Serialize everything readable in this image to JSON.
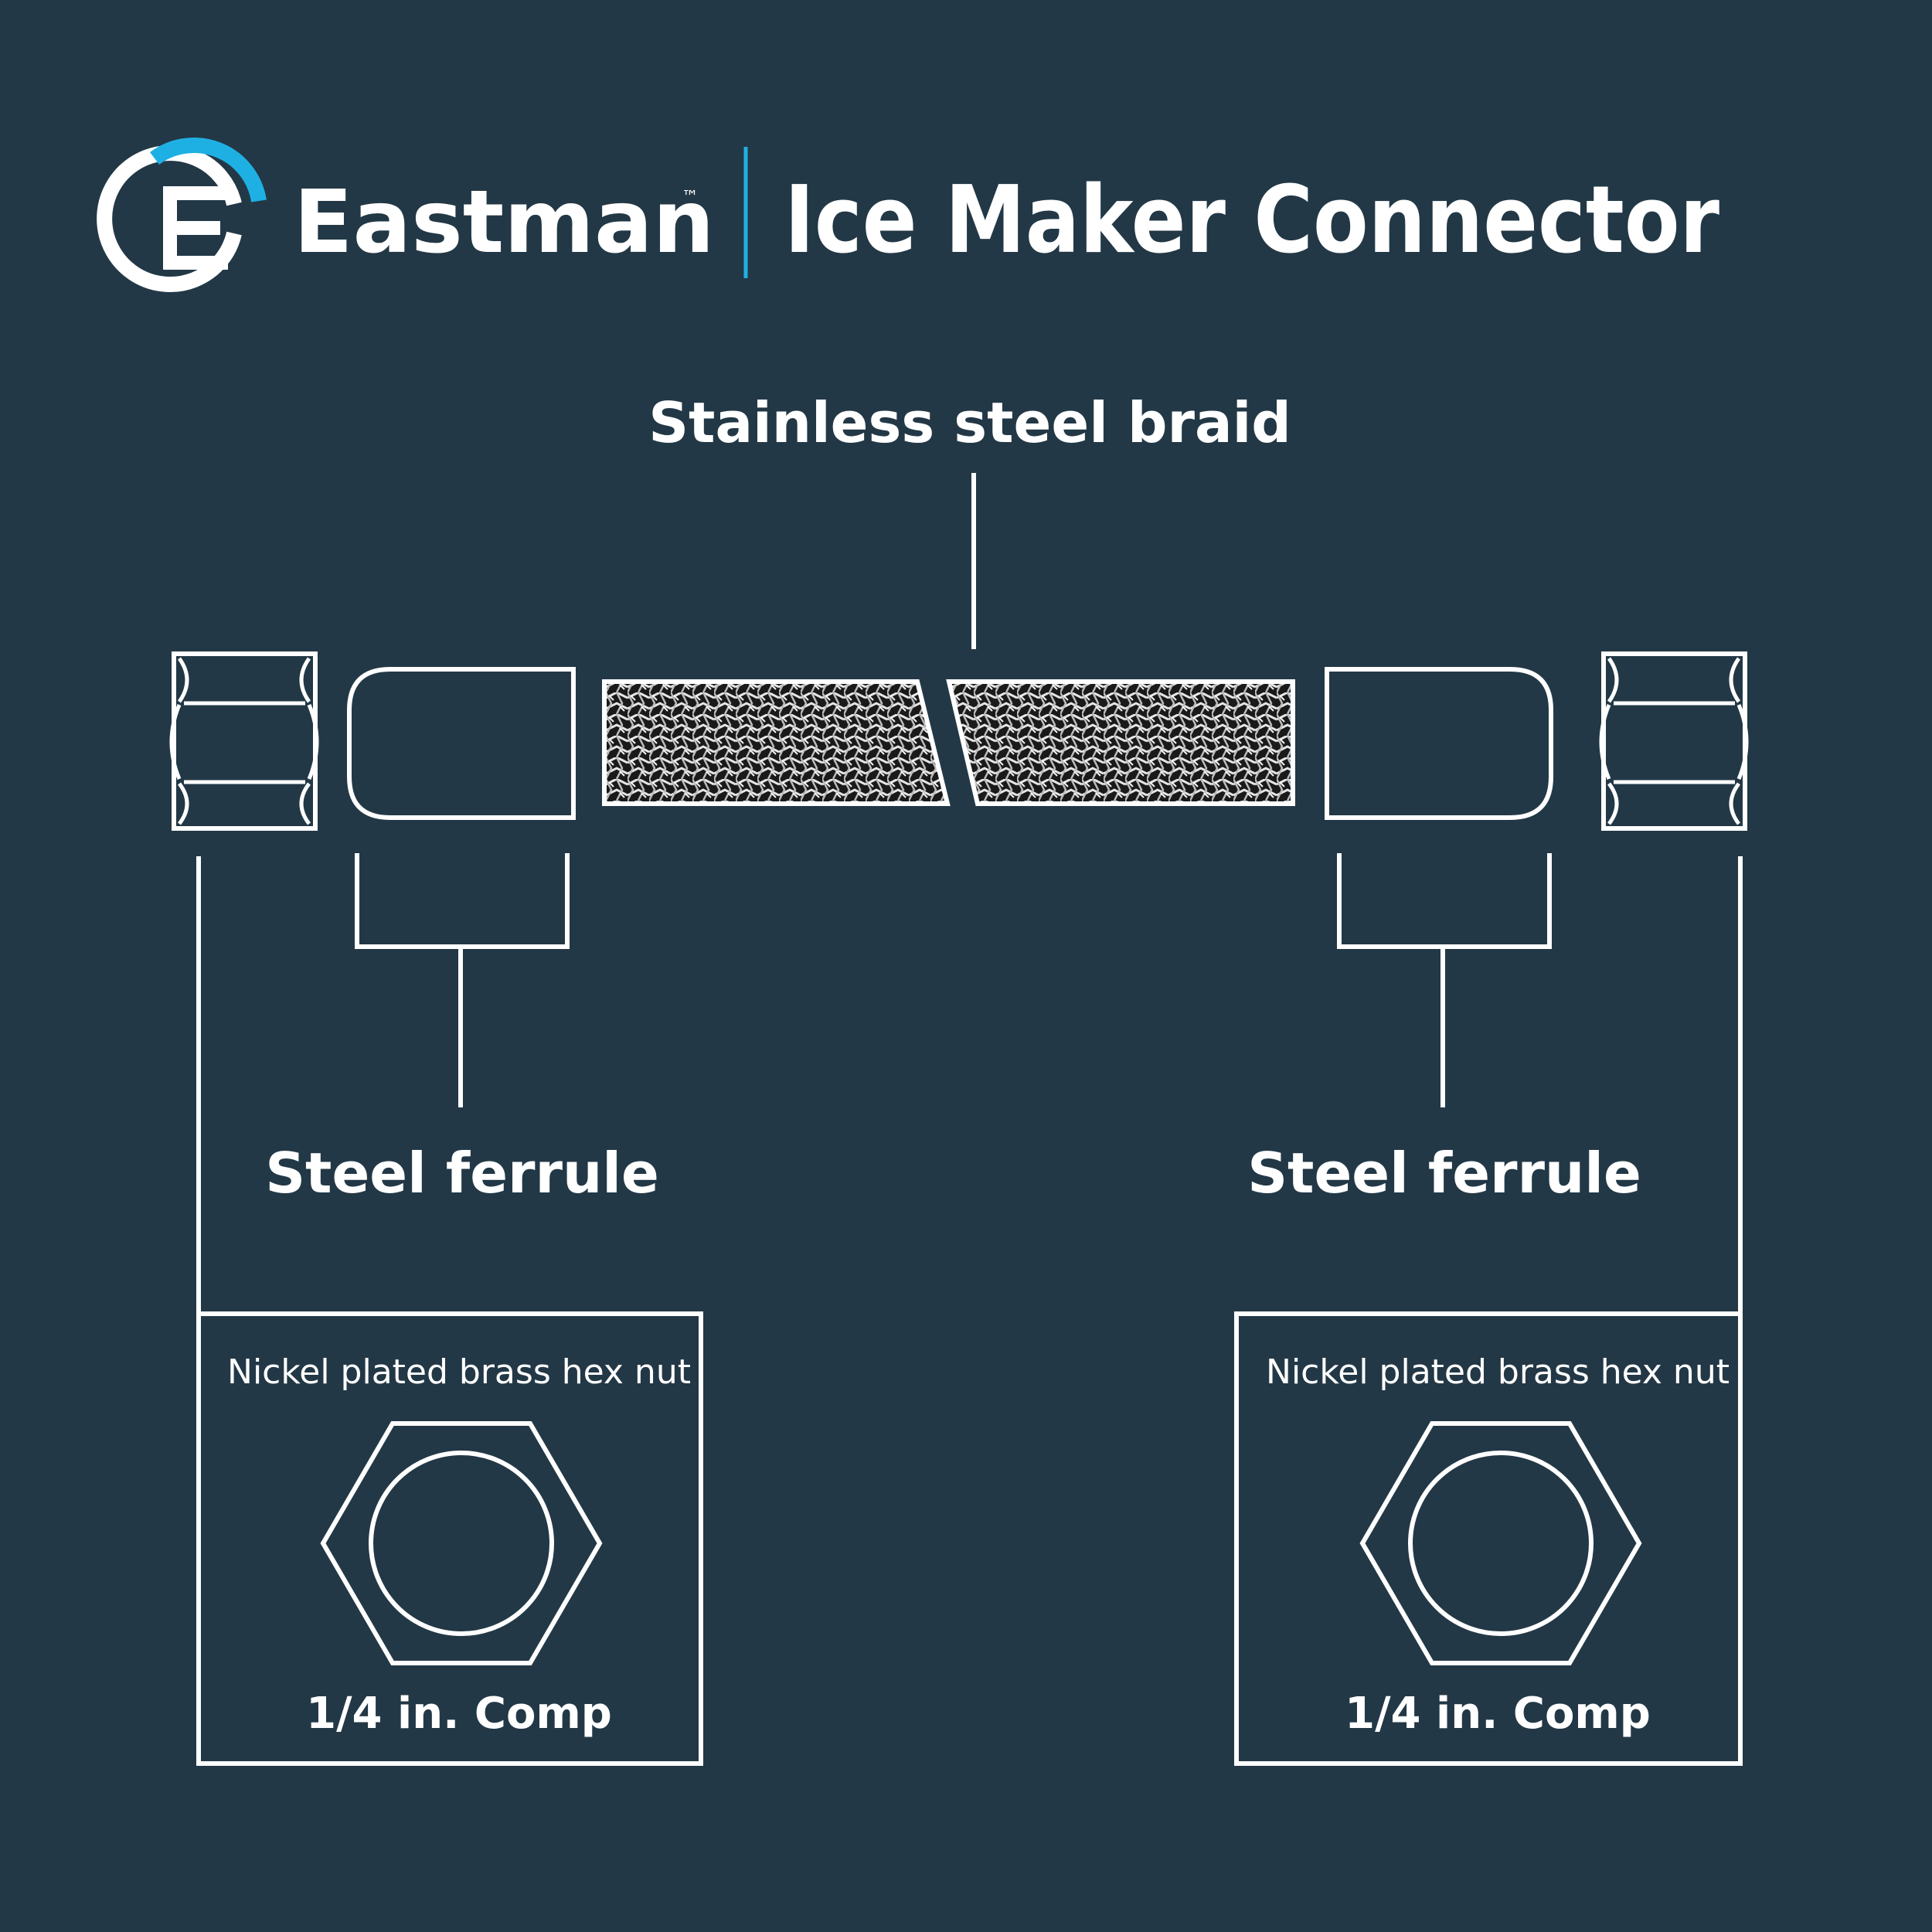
{
  "header": {
    "brand": "Eastman",
    "trademark": "™",
    "title": "Ice Maker Connector"
  },
  "labels": {
    "braid": "Stainless steel braid",
    "ferrule_left": "Steel ferrule",
    "ferrule_right": "Steel ferrule"
  },
  "hex_boxes": [
    {
      "caption": "Nickel plated brass hex nut",
      "size": "1/4 in. Comp"
    },
    {
      "caption": "Nickel plated brass hex nut",
      "size": "1/4 in. Comp"
    }
  ],
  "colors": {
    "background": "#233846",
    "accent": "#1fb0e3",
    "line": "#ffffff"
  }
}
